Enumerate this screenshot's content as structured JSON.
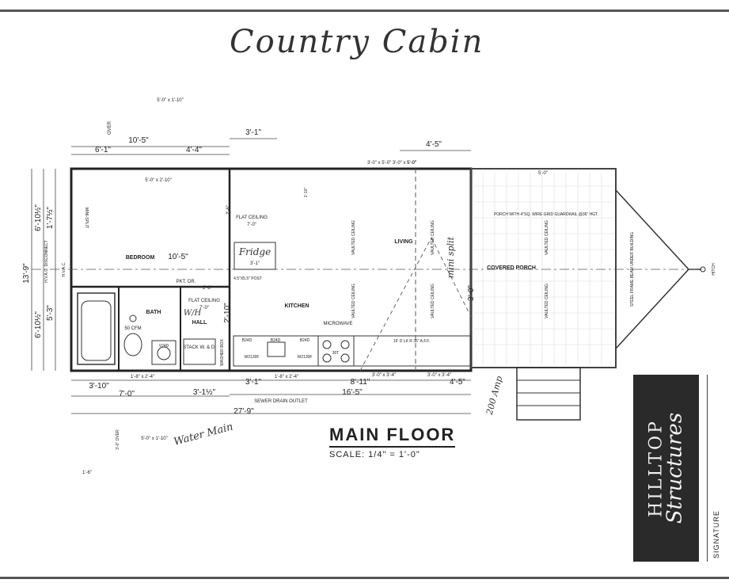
{
  "title_handwritten": "Country Cabin",
  "drawing": {
    "title": "MAIN FLOOR",
    "scale": "SCALE: 1/4\" = 1'-0\""
  },
  "dimensions": {
    "top_window_over": "5'-0\" x 1'-10\"",
    "over_label": "OVER",
    "top_total": "10'-5\"",
    "top_left": "6'-1\"",
    "top_mid": "4'-4\"",
    "top_3_1": "3'-1\"",
    "top_4_5": "4'-5\"",
    "top_windows": "3'-0\" x 5'-0\"  3'-0\" x 5'-0\"",
    "porch_window": "5'-0\"",
    "left_total": "13'-9\"",
    "left_upper": "6'-10½\"",
    "left_upper_b": "1'-7½\"",
    "left_lower": "6'-10½\"",
    "left_lower_b": "5'-3\"",
    "hvac": "H.V.A.C. DISCONNECT",
    "hvac2": "H.V.A.C.",
    "bottom_3_10": "3'-10\"",
    "bottom_win1": "1'-8\" x 2'-4\"",
    "bottom_7_0": "7'-0\"",
    "bottom_3_1_half": "3'-1½\"",
    "bottom_3_1": "3'-1\"",
    "bottom_win2": "1'-8\" x 2'-4\"",
    "bottom_8_11": "8'-11\"",
    "bottom_win3": "3'-0\" x 3'-4\"",
    "bottom_win4": "3'-0\" x 3'-4\"",
    "bottom_4_5": "4'-5\"",
    "bottom_16_5": "16'-5\"",
    "sewer": "SEWER DRAIN OUTLET",
    "bottom_total": "27'-9\"",
    "bottom_over": "3'-0\" OVER",
    "bottom_window": "5'-0\" x 1'-10\"",
    "bottom_1_6": "1'-6\""
  },
  "rooms": {
    "bedroom": "BEDROOM",
    "bedroom_dim": "10'-5\"",
    "bedroom_window": "5'-0\" x 2'-10\"",
    "mini_split": "MINI-SPLIT",
    "flat_ceiling": "FLAT CEILING",
    "flat_ceiling_h": "7'-0\"",
    "pkt_dr": "PKT. DR.",
    "pkt_dr_w": "2'-6\"",
    "post": "4.5\"X5.5\" POST",
    "living": "LIVING",
    "vaulted": "VAULTED CEILING",
    "kitchen": "KITCHEN",
    "bath": "BATH",
    "fan": "50 CFM",
    "flat_ceiling2": "FLAT CEILING",
    "flat_ceiling2_h": "7'-0\"",
    "hall": "HALL",
    "stack": "STACK W. & D.",
    "washer_box": "WASHER BOX",
    "v24d": "V24D",
    "cab1": "B24D",
    "cab2": "B24D",
    "cab3": "B24D",
    "wall1": "W2130F",
    "wall2": "W2130F",
    "range": "30T",
    "microwave": "MICROWAVE",
    "counter": "16' D  LK  R  36\" A.F.F.",
    "dim_2_10": "2'-10\"",
    "dim_2_6": "2'-6\"",
    "covered_porch": "COVERED PORCH",
    "porch_note": "PORCH WITH 4\"SQ. WIRE GRID GUARDRAIL @36\" HGT.",
    "steel_frame": "STEEL FRAME BEAM UNDER BUILDING",
    "hitch": "HITCH",
    "dim_3_0": "3'-0\"",
    "dim_5_0": "5'-0\""
  },
  "annotations_handwritten": {
    "fridge": "Fridge",
    "fridge_dim": "3'-1\"",
    "mini_split": "mini split",
    "wh": "W/H",
    "water_main": "Water Main",
    "amp": "200 Amp",
    "ref_mark": "1'-10\""
  },
  "branding": {
    "brand": "HILLTOP",
    "script": "Structures"
  },
  "signature": {
    "label": "SIGNATURE"
  }
}
